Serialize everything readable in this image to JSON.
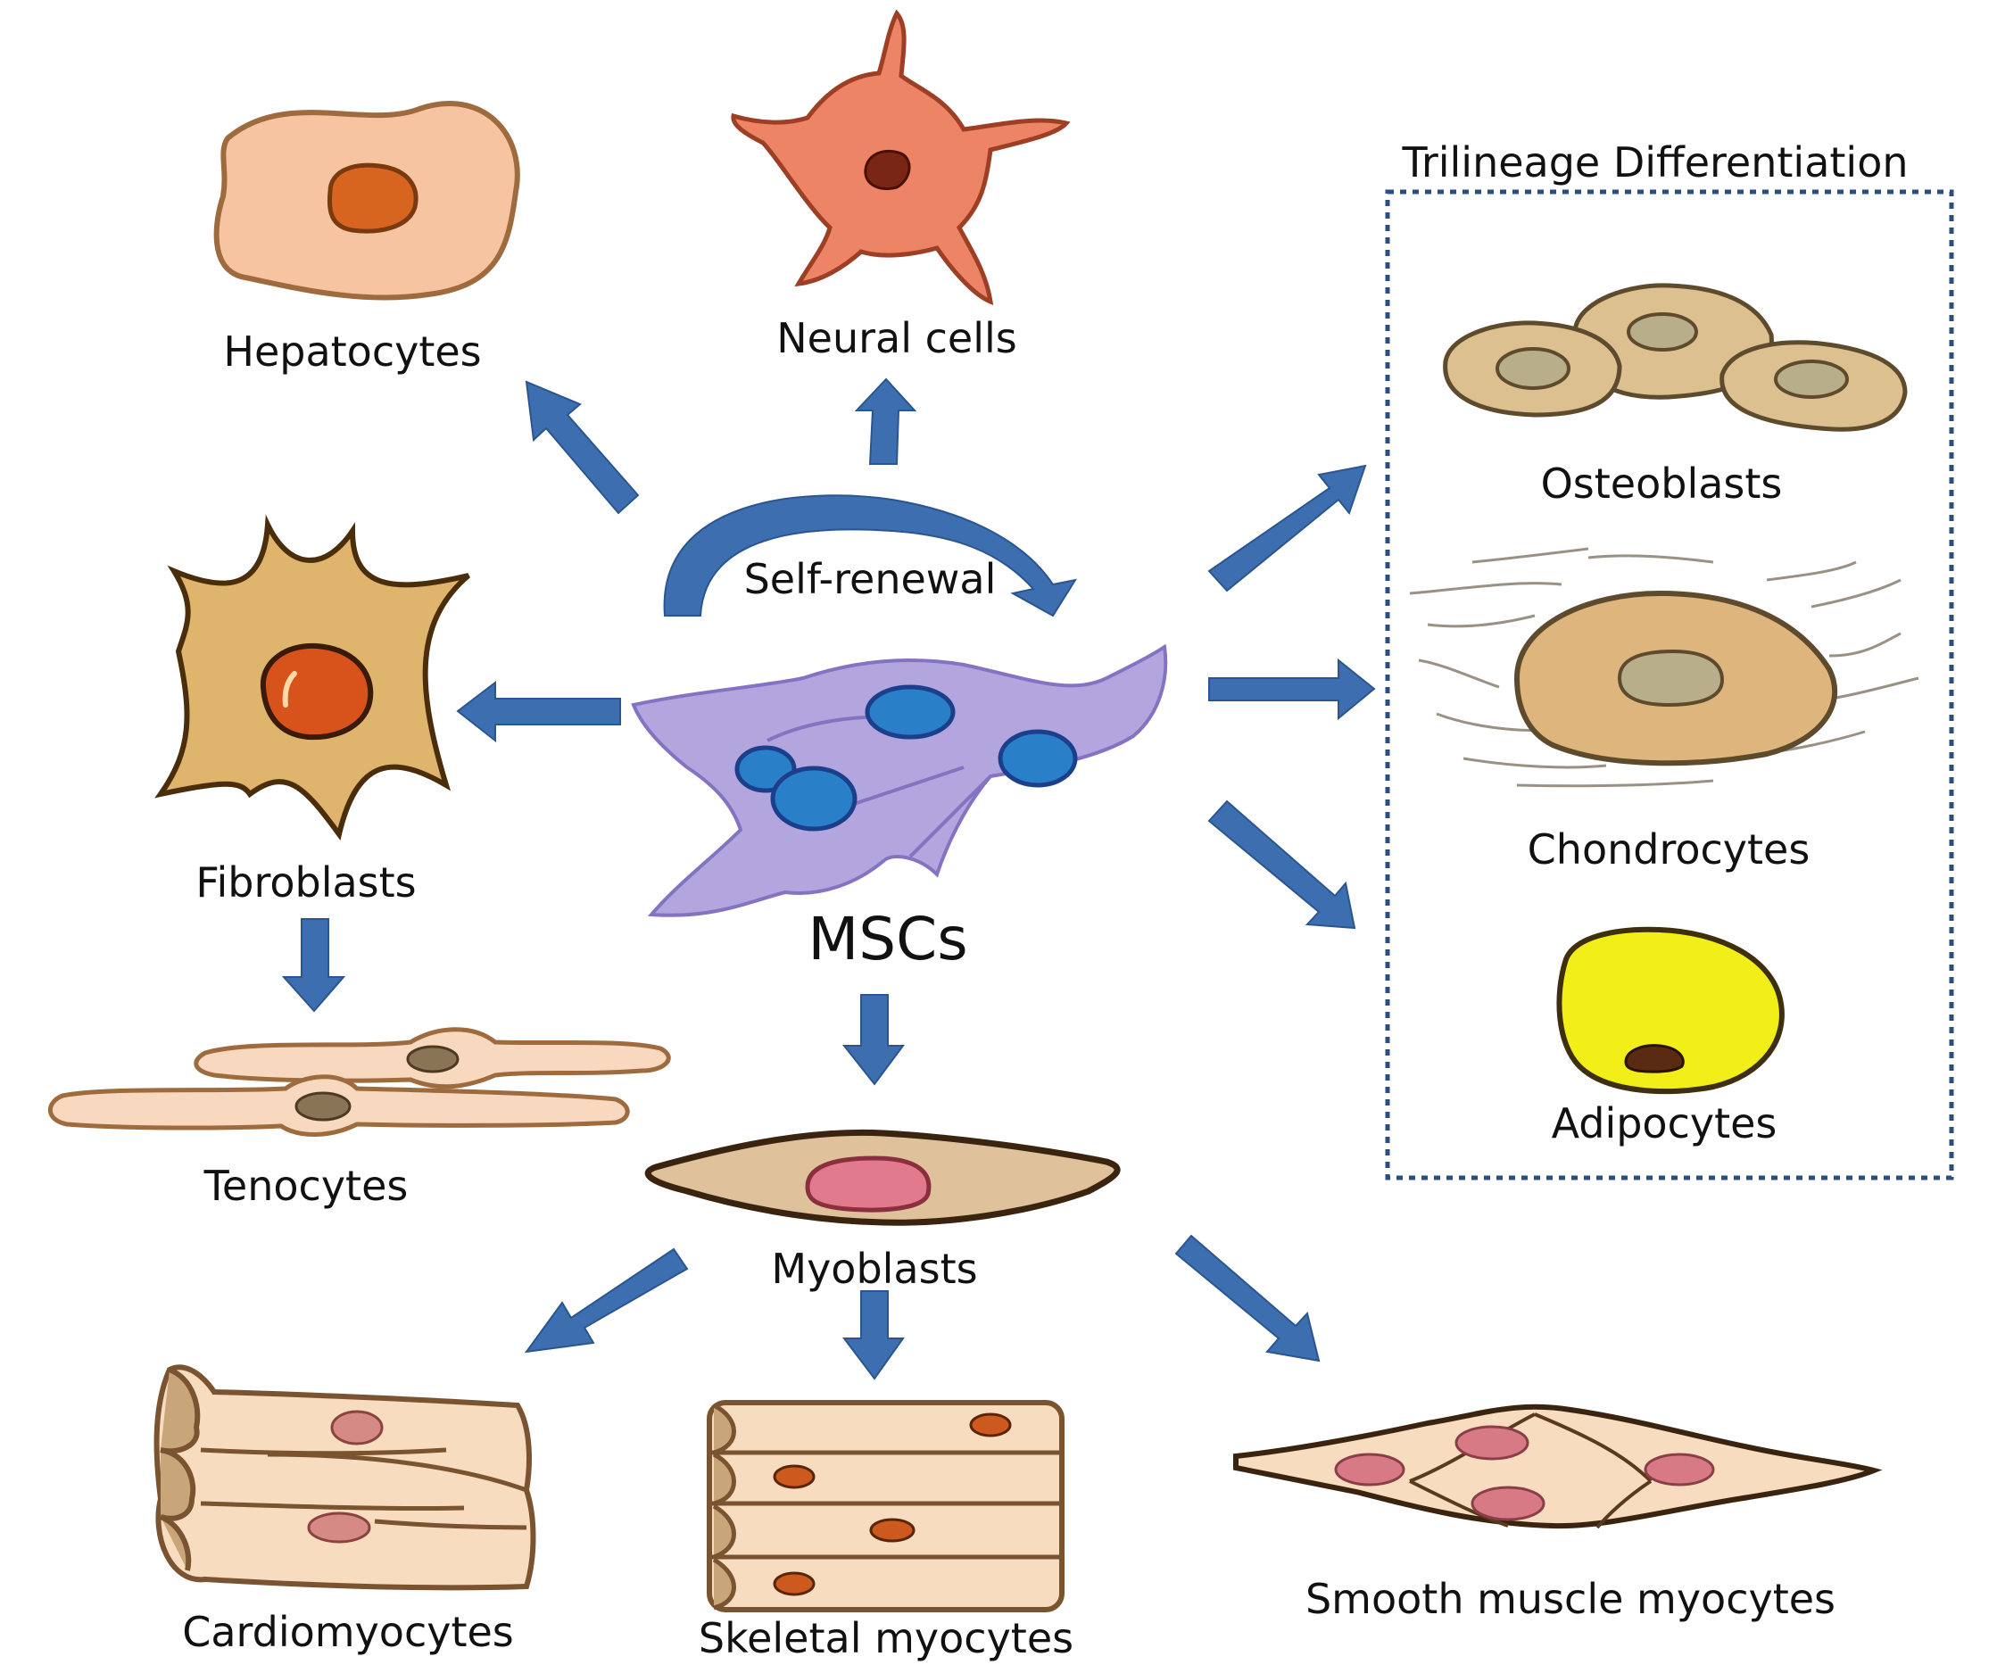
{
  "center": {
    "label": "MSCs",
    "self_renewal_label": "Self-renewal"
  },
  "outer_cells": {
    "hepatocytes": "Hepatocytes",
    "neural_cells": "Neural cells",
    "fibroblasts": "Fibroblasts",
    "tenocytes": "Tenocytes",
    "myoblasts": "Myoblasts",
    "cardiomyocytes": "Cardiomyocytes",
    "skeletal_myocytes": "Skeletal myocytes",
    "smooth_muscle_myocytes": "Smooth muscle myocytes"
  },
  "trilineage": {
    "title": "Trilineage Differentiation",
    "osteoblasts": "Osteoblasts",
    "chondrocytes": "Chondrocytes",
    "adipocytes": "Adipocytes"
  },
  "colors": {
    "arrow": "#3d6fb0",
    "msc_body": "#b3a6de",
    "msc_nucleus": "#2a7fc9",
    "hepatocyte": "#f6c4a0",
    "neural": "#ee8466",
    "fibroblast": "#dfb56e",
    "tan_cell": "#dcc08f",
    "adipocyte": "#f2ee17",
    "myocyte": "#f8dcbf",
    "box_border": "#2b4d80"
  }
}
